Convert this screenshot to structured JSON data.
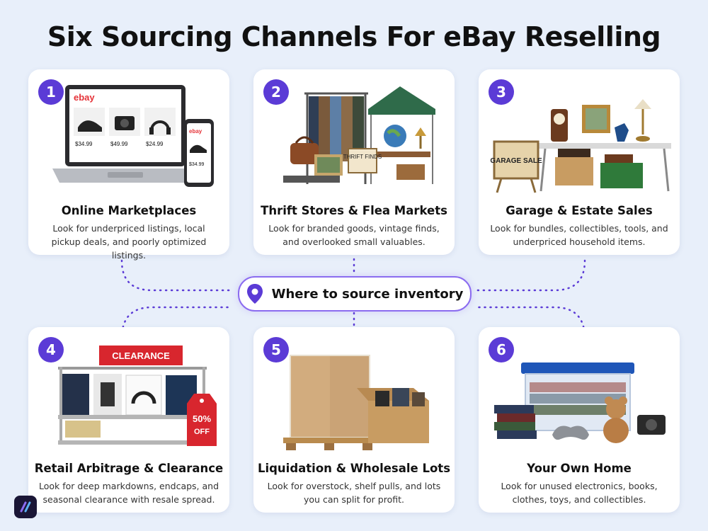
{
  "title": "Six Sourcing Channels For eBay Reselling",
  "center_label": "Where to source inventory",
  "colors": {
    "accent": "#5b3bd6",
    "pill_border": "#8b6cf0",
    "background": "#e8effa"
  },
  "cards": [
    {
      "number": "1",
      "title": "Online Marketplaces",
      "desc": "Look for underpriced listings, local pickup deals, and poorly optimized listings.",
      "illustration": {
        "brand": "ebay",
        "prices": [
          "$34.99",
          "$49.99",
          "$24.99",
          "$34.99"
        ]
      }
    },
    {
      "number": "2",
      "title": "Thrift Stores & Flea Markets",
      "desc": "Look for branded goods, vintage finds, and overlooked small valuables.",
      "illustration": {
        "sign": "THRIFT FINDS"
      }
    },
    {
      "number": "3",
      "title": "Garage & Estate Sales",
      "desc": "Look for bundles, collectibles, tools, and underpriced household items.",
      "illustration": {
        "sign": "GARAGE SALE"
      }
    },
    {
      "number": "4",
      "title": "Retail Arbitrage & Clearance",
      "desc": "Look for deep markdowns, endcaps, and seasonal clearance with resale spread.",
      "illustration": {
        "banner": "CLEARANCE",
        "tag_line1": "50%",
        "tag_line2": "OFF"
      }
    },
    {
      "number": "5",
      "title": "Liquidation & Wholesale Lots",
      "desc": "Look for overstock, shelf pulls, and lots you can split for profit.",
      "illustration": {}
    },
    {
      "number": "6",
      "title": "Your Own Home",
      "desc": "Look for unused electronics, books, clothes, toys, and collectibles.",
      "illustration": {}
    }
  ]
}
